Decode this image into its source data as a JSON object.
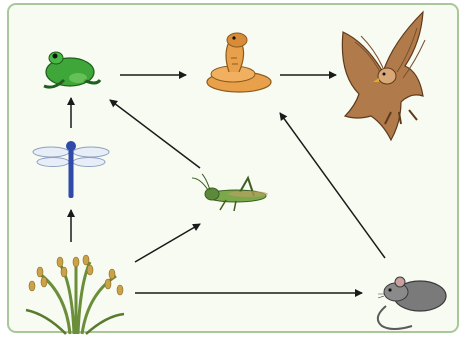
{
  "diagram": {
    "type": "food-web",
    "colors": {
      "frame_border": "#a8c79a",
      "frame_fill": "#f7fbf2",
      "arrow": "#1a1a1a",
      "frog": "#3fa63a",
      "snake": "#e8a04b",
      "eagle": "#b07a4a",
      "dragonfly": "#2f4aa8",
      "grasshopper": "#5a8a3a",
      "rice": "#6b8e3a",
      "grain": "#c9a24a",
      "rat": "#7a7a7a"
    },
    "organisms": [
      {
        "id": "frog",
        "icon": "frog-icon"
      },
      {
        "id": "snake",
        "icon": "cobra-icon"
      },
      {
        "id": "eagle",
        "icon": "eagle-icon"
      },
      {
        "id": "dragonfly",
        "icon": "dragonfly-icon"
      },
      {
        "id": "grasshopper",
        "icon": "grasshopper-icon"
      },
      {
        "id": "rice",
        "icon": "rice-plant-icon"
      },
      {
        "id": "rat",
        "icon": "rat-icon"
      }
    ],
    "links": [
      {
        "from": "frog",
        "to": "snake"
      },
      {
        "from": "snake",
        "to": "eagle"
      },
      {
        "from": "dragonfly",
        "to": "frog"
      },
      {
        "from": "rice",
        "to": "dragonfly"
      },
      {
        "from": "grasshopper",
        "to": "frog"
      },
      {
        "from": "rice",
        "to": "grasshopper"
      },
      {
        "from": "rice",
        "to": "rat"
      },
      {
        "from": "rat",
        "to": "eagle"
      }
    ]
  }
}
